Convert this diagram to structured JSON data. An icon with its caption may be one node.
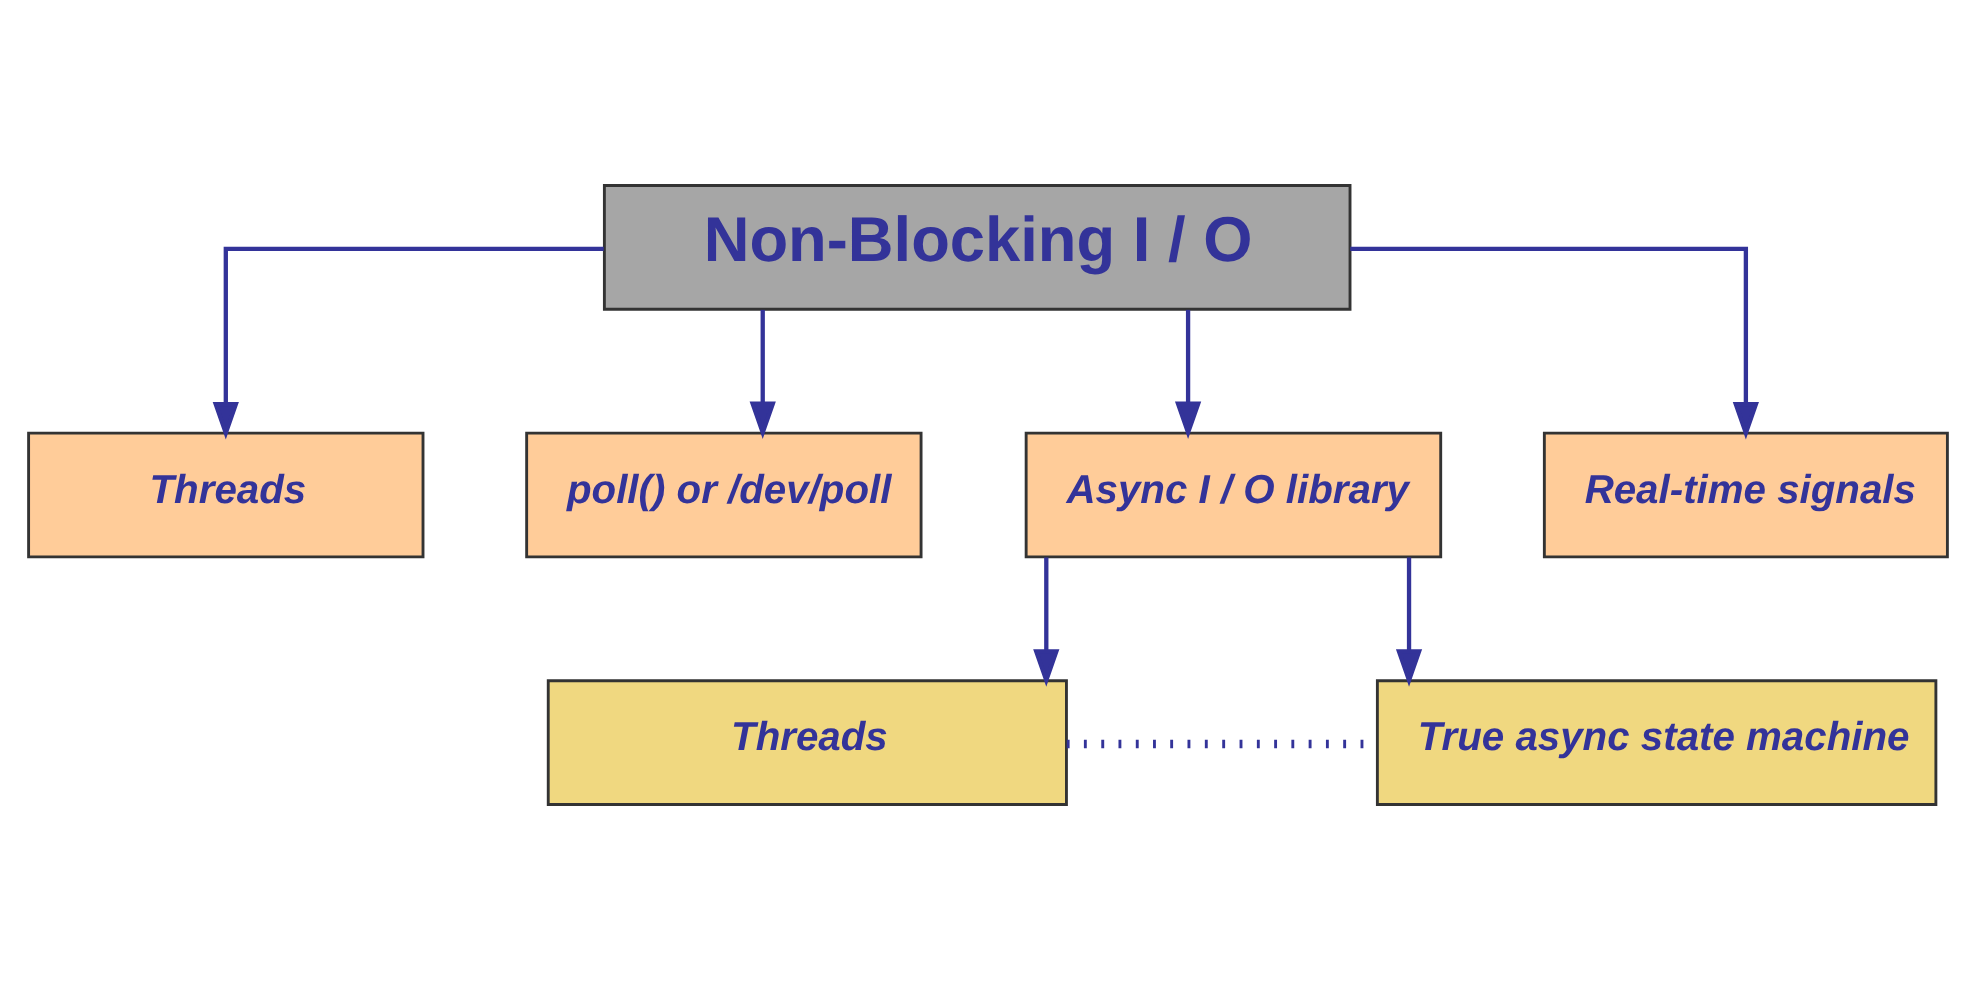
{
  "diagram": {
    "nodes": [
      {
        "text": [
          "Non-Blocking I / O"
        ]
      },
      {
        "text": [
          "Threads"
        ]
      },
      {
        "text": [
          "poll() or /dev/poll"
        ]
      },
      {
        "text": [
          "Async I / O library"
        ]
      },
      {
        "text": [
          "Real-time signals"
        ]
      },
      {
        "text": [
          "Threads"
        ]
      },
      {
        "text": [
          "True async state machine"
        ]
      }
    ],
    "edges": [
      {
        "from": 0,
        "to": 1,
        "arrow": "to"
      },
      {
        "from": 0,
        "to": 2,
        "arrow": "to"
      },
      {
        "from": 0,
        "to": 3,
        "arrow": "to"
      },
      {
        "from": 0,
        "to": 4,
        "arrow": "to"
      },
      {
        "from": 3,
        "to": 5,
        "arrow": "to"
      },
      {
        "from": 3,
        "to": 6,
        "arrow": "to"
      },
      {
        "from": 5,
        "to": 6,
        "arrow": "none",
        "style": "dashed"
      }
    ]
  }
}
